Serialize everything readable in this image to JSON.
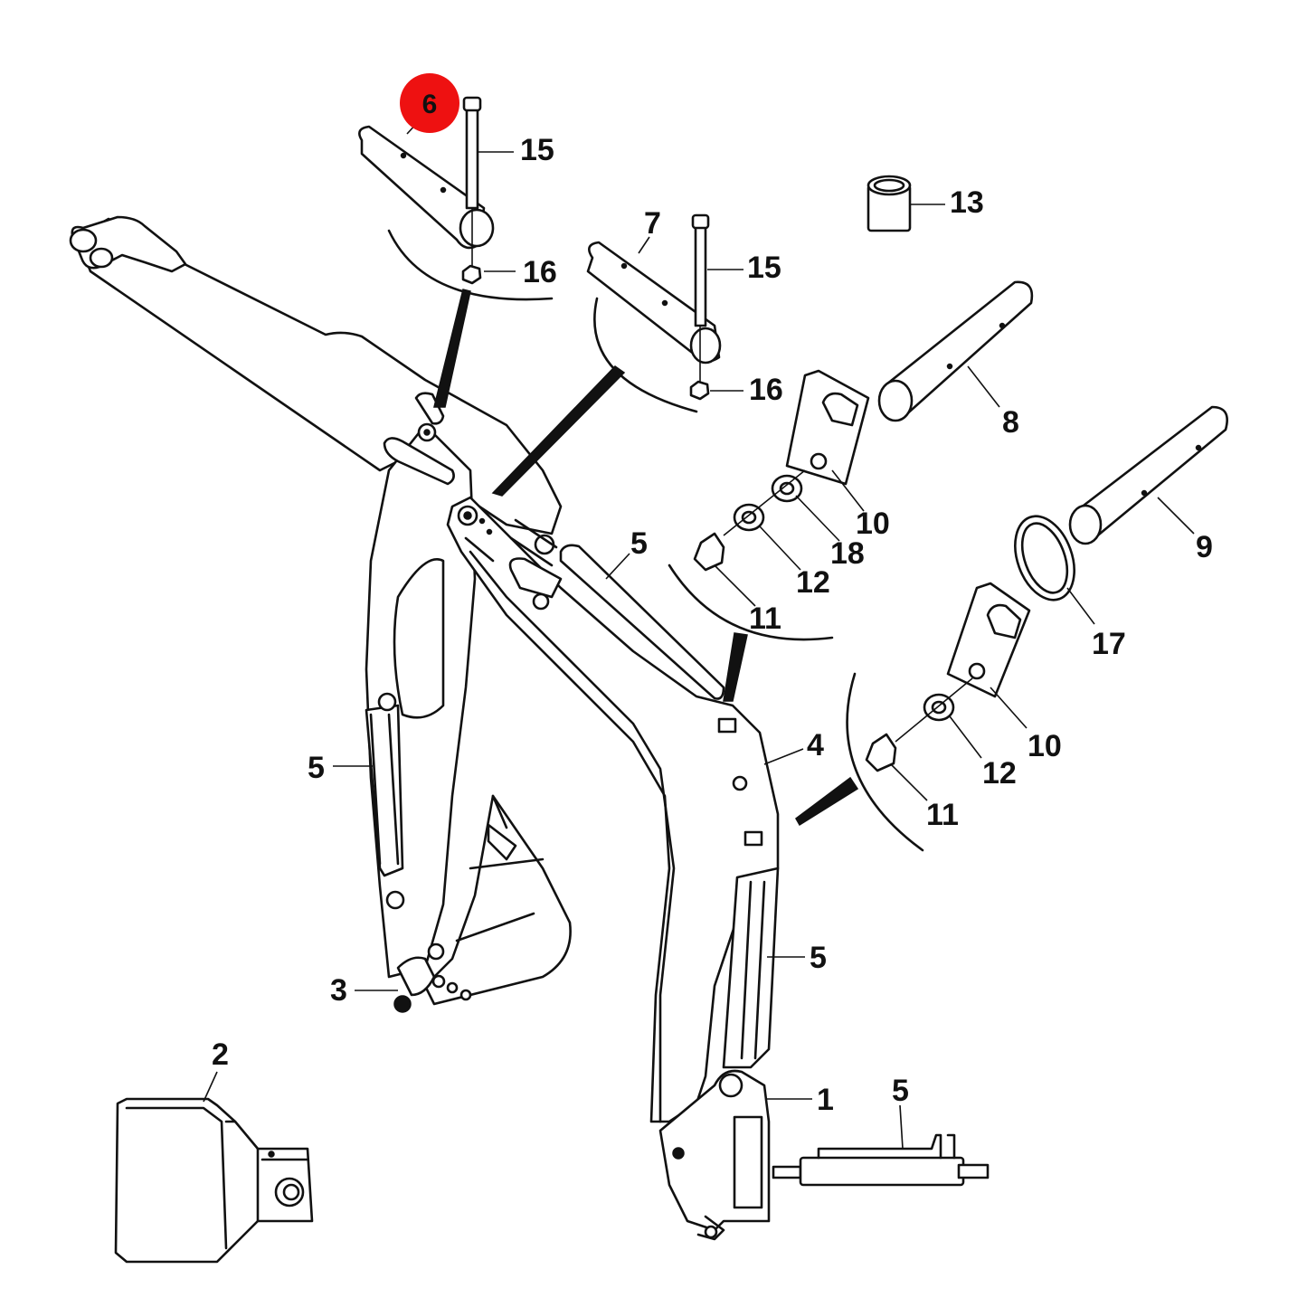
{
  "diagram": {
    "highlight": {
      "label": "6",
      "color": "#ee1111"
    },
    "callouts": {
      "c15a": "15",
      "c16a": "16",
      "c7": "7",
      "c15b": "15",
      "c16b": "16",
      "c13": "13",
      "c8": "8",
      "c10a": "10",
      "c18": "18",
      "c12a": "12",
      "c11a": "11",
      "c9": "9",
      "c17": "17",
      "c10b": "10",
      "c12b": "12",
      "c11b": "11",
      "c5a": "5",
      "c4": "4",
      "c5b": "5",
      "c5c": "5",
      "c3": "3",
      "c2": "2",
      "c1": "1",
      "c5d": "5"
    }
  }
}
